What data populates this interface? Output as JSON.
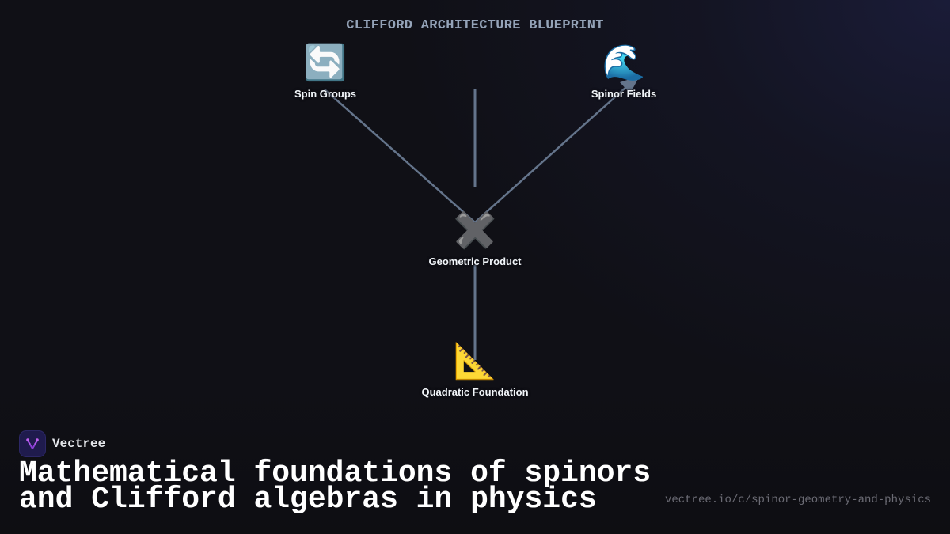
{
  "diagram": {
    "title": "CLIFFORD ARCHITECTURE BLUEPRINT",
    "edge_color": "#64748b",
    "nodes": [
      {
        "id": "spin_groups",
        "label": "Spin Groups",
        "icon": "🔄",
        "icon_name": "repeat-arrows-icon"
      },
      {
        "id": "spinor_fields",
        "label": "Spinor Fields",
        "icon": "🌊",
        "icon_name": "wave-icon"
      },
      {
        "id": "geometric_product",
        "label": "Geometric Product",
        "icon": "✖️",
        "icon_name": "multiply-icon"
      },
      {
        "id": "quadratic_foundation",
        "label": "Quadratic Foundation",
        "icon": "📐",
        "icon_name": "triangular-ruler-icon"
      }
    ],
    "edges": [
      {
        "from": "spin_groups",
        "to": "geometric_product"
      },
      {
        "from": "geometric_product",
        "to": "spinor_fields",
        "arrow": true
      },
      {
        "from": "geometric_product",
        "to": "top_center"
      },
      {
        "from": "geometric_product",
        "to": "quadratic_foundation"
      }
    ]
  },
  "footer": {
    "brand_name": "Vectree",
    "headline_line1": "Mathematical foundations of spinors",
    "headline_line2": "and Clifford algebras in physics",
    "url": "vectree.io/c/spinor-geometry-and-physics"
  }
}
